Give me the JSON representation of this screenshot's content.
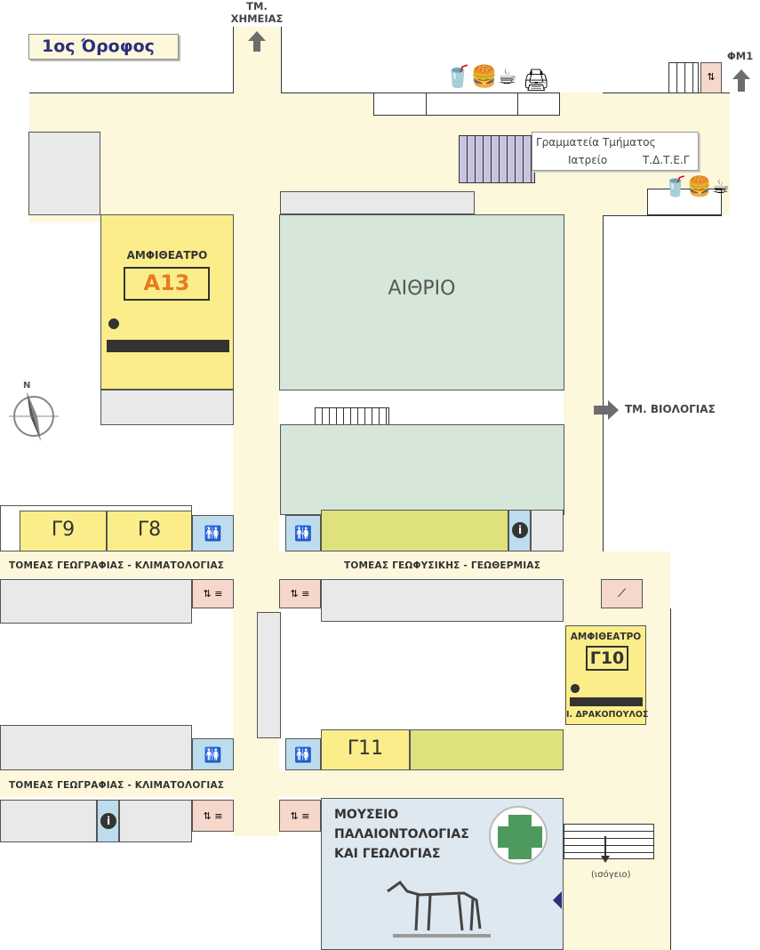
{
  "floor_label": "1ος Όροφος",
  "links": {
    "chemistry": "ΤΜ.\nΧΗΜΕΙΑΣ",
    "fm1": "ΦΜ1",
    "biology": "ΤΜ. ΒΙΟΛΟΓΙΑΣ"
  },
  "secretariat": {
    "line1": "Γραμματεία Τμήματος",
    "line2": "Ιατρείο",
    "line3": "Τ.Δ.Τ.Ε.Γ"
  },
  "atrium": "ΑΙΘΡΙΟ",
  "amphitheatre_a13": {
    "title": "ΑΜΦΙΘΕΑΤΡΟ",
    "number": "Α13"
  },
  "amphitheatre_g10": {
    "title": "ΑΜΦΙΘΕΑΤΡΟ",
    "number": "Γ10",
    "name": "Ι. ΔΡΑΚΟΠΟΥΛΟΣ"
  },
  "rooms": {
    "g9": "Γ9",
    "g8": "Γ8",
    "g11": "Γ11"
  },
  "sectors": {
    "geography_top": "ΤΟΜΕΑΣ ΓΕΩΓΡΑΦΙΑΣ - ΚΛΙΜΑΤΟΛΟΓΙΑΣ",
    "geophysics": "ΤΟΜΕΑΣ ΓΕΩΦΥΣΙΚΗΣ - ΓΕΩΘΕΡΜΙΑΣ",
    "geography_bottom": "ΤΟΜΕΑΣ ΓΕΩΓΡΑΦΙΑΣ - ΚΛΙΜΑΤΟΛΟΓΙΑΣ"
  },
  "museum": {
    "line1": "ΜΟΥΣΕΙΟ",
    "line2": "ΠΑΛΑΙΟΝΤΟΛΟΓΙΑΣ",
    "line3": "ΚΑΙ ΓΕΩΛΟΓΙΑΣ"
  },
  "ground_floor": "(ισόγειο)",
  "compass_north": "N",
  "icons": {
    "info": "i",
    "colors": {
      "floor_label": "#2b2f7e",
      "corridor": "#fdf8dc",
      "amphitheatre": "#fbee8a",
      "atrium": "#d6e7da"
    }
  }
}
